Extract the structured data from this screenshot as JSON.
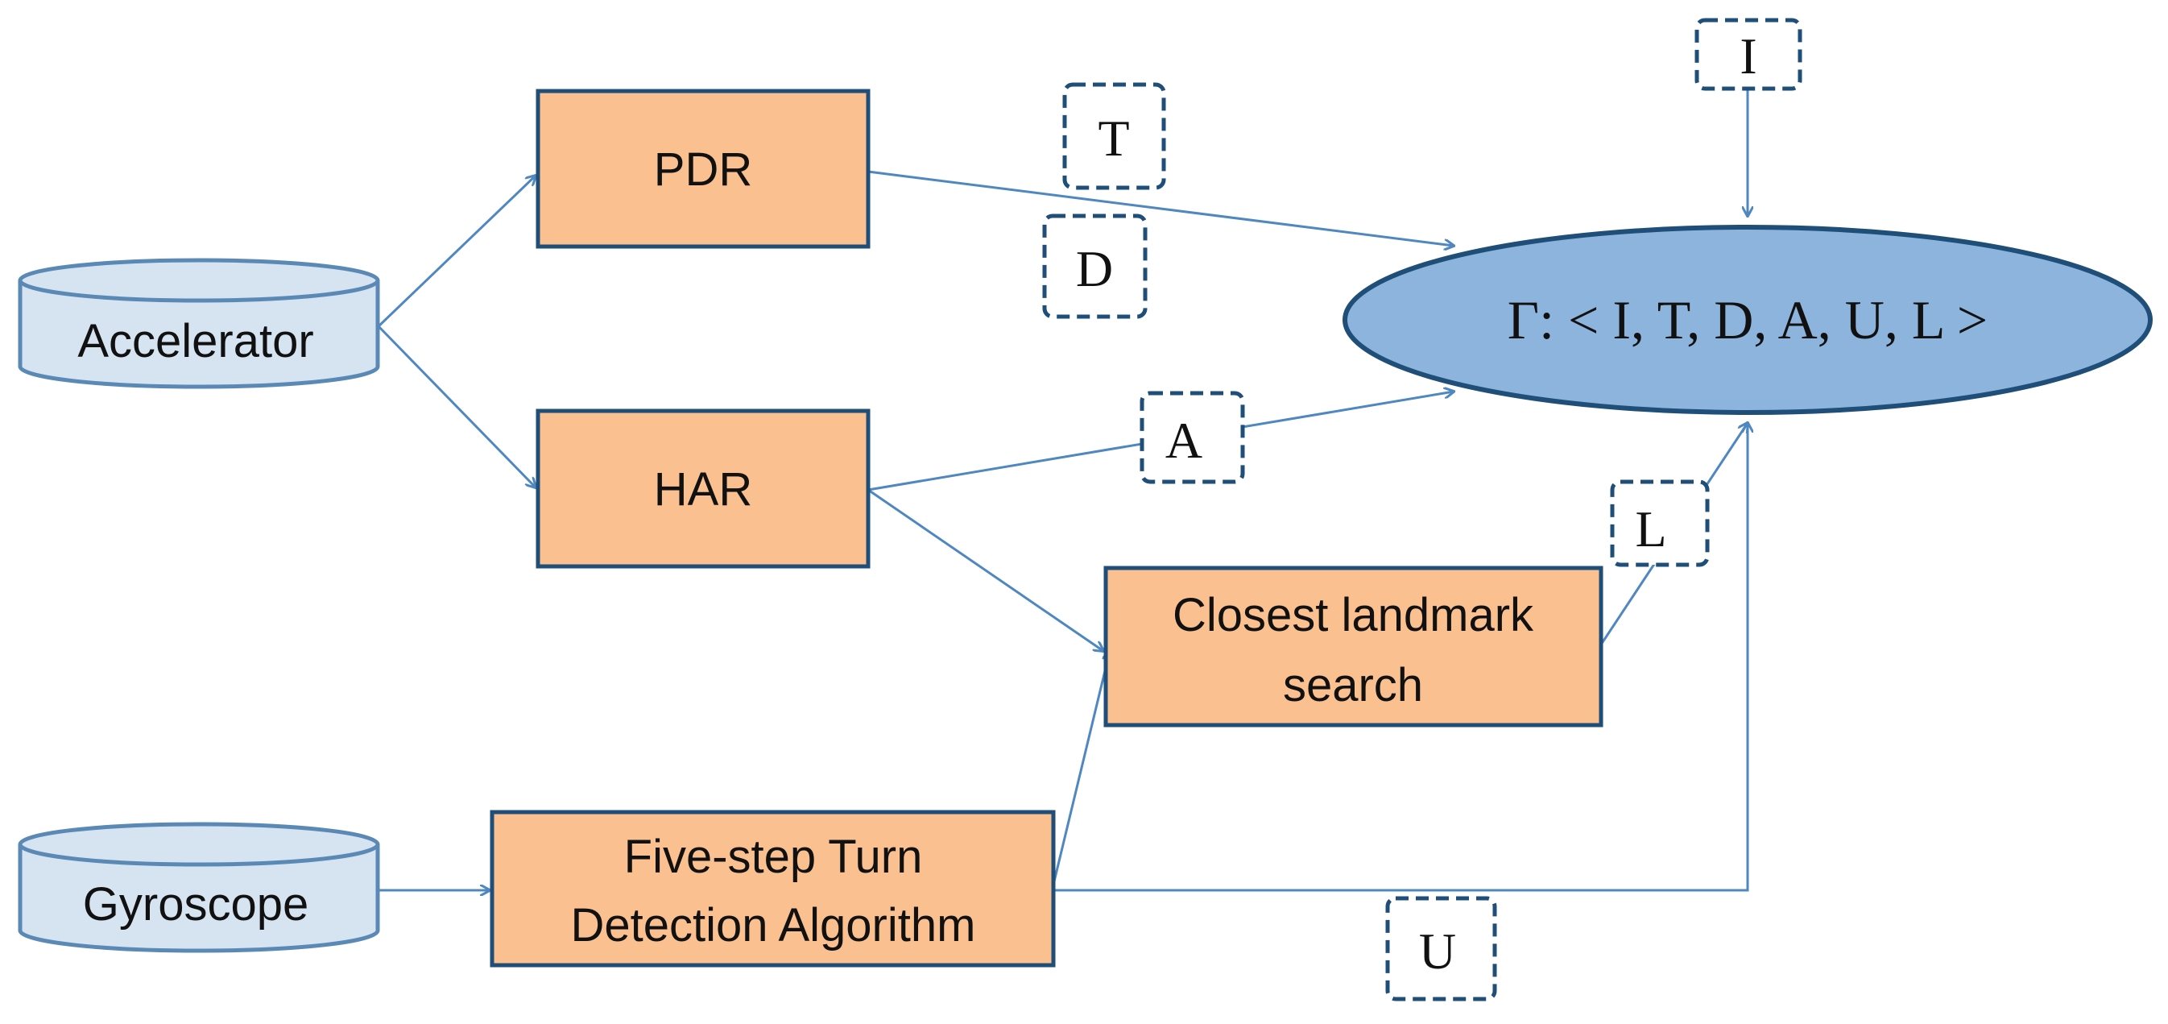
{
  "colors": {
    "process_fill": "#fac090",
    "process_stroke": "#1f4e79",
    "sensor_fill": "#d6e4f2",
    "sensor_stroke": "#5b89b5",
    "ellipse_fill": "#8db4dc",
    "ellipse_stroke": "#1f4e79",
    "arrow": "#4f87c0",
    "label_box_stroke": "#1f4e79"
  },
  "sensors": {
    "accelerator": "Accelerator",
    "gyroscope": "Gyroscope"
  },
  "processes": {
    "pdr": "PDR",
    "har": "HAR",
    "landmark_line1": "Closest landmark",
    "landmark_line2": "search",
    "turn_line1": "Five-step Turn",
    "turn_line2": "Detection Algorithm"
  },
  "output": {
    "formula": "Γ: < I, T, D, A, U, L >"
  },
  "labels": {
    "i": "I",
    "t": "T",
    "d": "D",
    "a": "A",
    "l": "L",
    "u": "U"
  }
}
